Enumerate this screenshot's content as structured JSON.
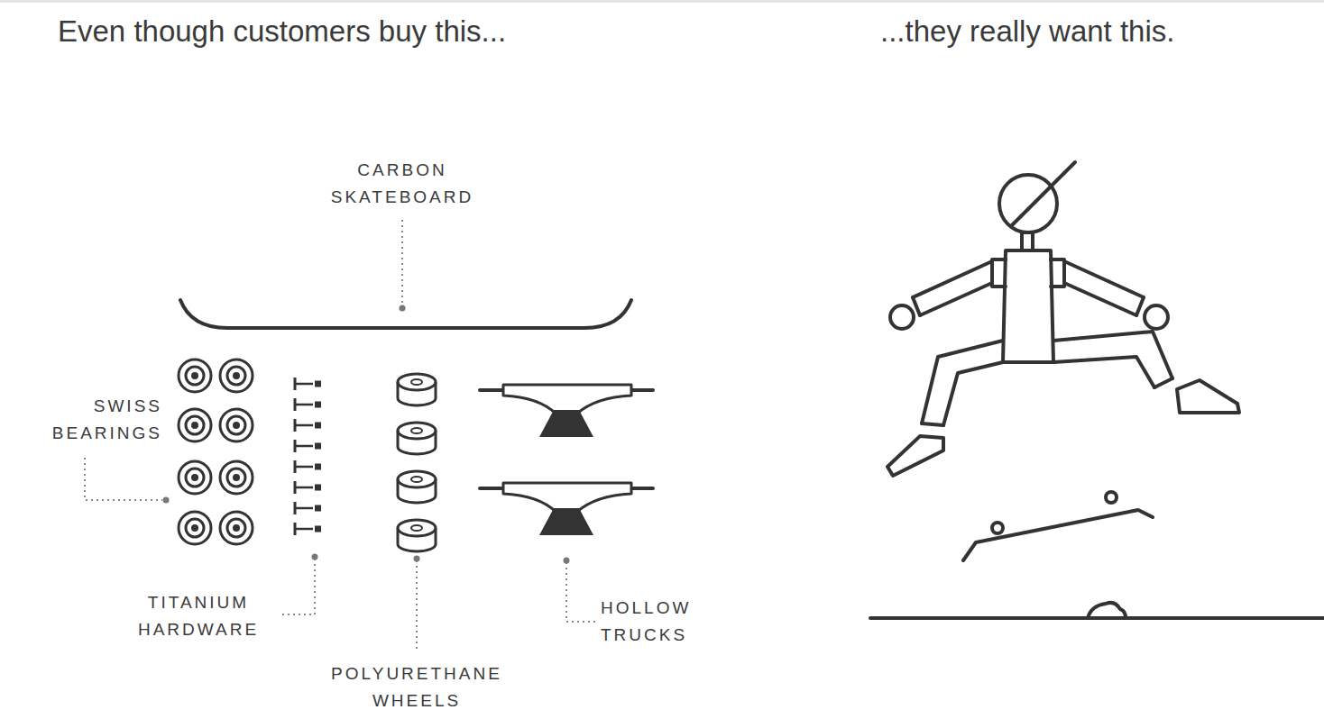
{
  "diagram": {
    "labels": [
      "Even though customers buy this...",
      "...they really want this.",
      "CARBON SKATEBOARD",
      "SWISS BEARINGS",
      "TITANIUM HARDWARE",
      "POLYURETHANE WHEELS",
      "HOLLOW TRUCKS"
    ]
  }
}
